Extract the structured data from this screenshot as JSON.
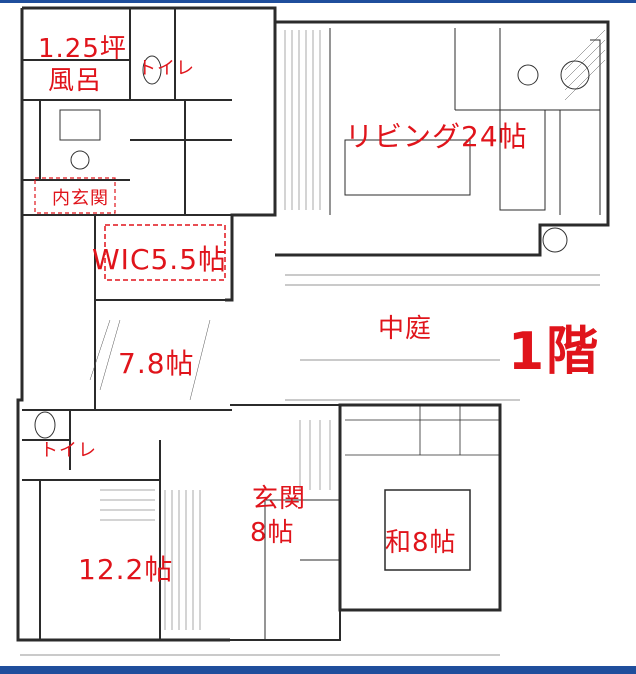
{
  "plan": {
    "floor_label": "1階",
    "rooms": [
      {
        "id": "bath_size",
        "label": "1.25坪"
      },
      {
        "id": "bath",
        "label": "風呂"
      },
      {
        "id": "toilet_upper",
        "label": "トイレ"
      },
      {
        "id": "living",
        "label": "リビング24帖"
      },
      {
        "id": "inner_entrance",
        "label": "内玄関"
      },
      {
        "id": "wic",
        "label": "WIC5.5帖"
      },
      {
        "id": "courtyard",
        "label": "中庭"
      },
      {
        "id": "room78",
        "label": "7.8帖"
      },
      {
        "id": "toilet_lower",
        "label": "トイレ"
      },
      {
        "id": "genkan",
        "label": "玄関"
      },
      {
        "id": "genkan_size",
        "label": "8帖"
      },
      {
        "id": "washitsu",
        "label": "和8帖"
      },
      {
        "id": "room122",
        "label": "12.2帖"
      }
    ]
  },
  "colors": {
    "label": "#e0141b",
    "line": "#2b2b2b",
    "frame": "#1f4e9c"
  }
}
